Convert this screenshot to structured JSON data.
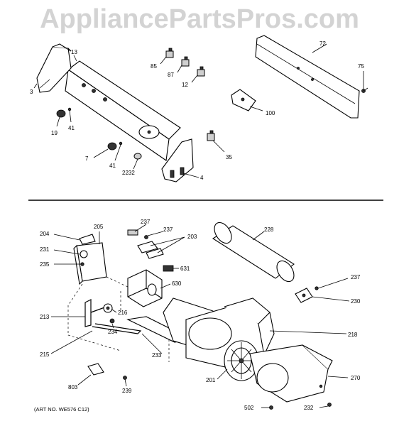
{
  "watermark": "AppliancePartsPros.com",
  "art_number": "(ART NO. WE576 C12)",
  "labels": {
    "p13": "13",
    "p3": "3",
    "p19": "19",
    "p41a": "41",
    "p7": "7",
    "p41b": "41",
    "p2232": "2232",
    "p4": "4",
    "p85": "85",
    "p87": "87",
    "p12": "12",
    "p35": "35",
    "p72": "72",
    "p75": "75",
    "p100": "100",
    "p204": "204",
    "p205": "205",
    "p231": "231",
    "p235": "235",
    "p237a": "237",
    "p237b": "237",
    "p203": "203",
    "p228": "228",
    "p631": "631",
    "p630": "630",
    "p237c": "237",
    "p230": "230",
    "p213": "213",
    "p216": "216",
    "p234": "234",
    "p218": "218",
    "p215": "215",
    "p233": "233",
    "p201": "201",
    "p270": "270",
    "p803": "803",
    "p239": "239",
    "p502": "502",
    "p232": "232"
  }
}
